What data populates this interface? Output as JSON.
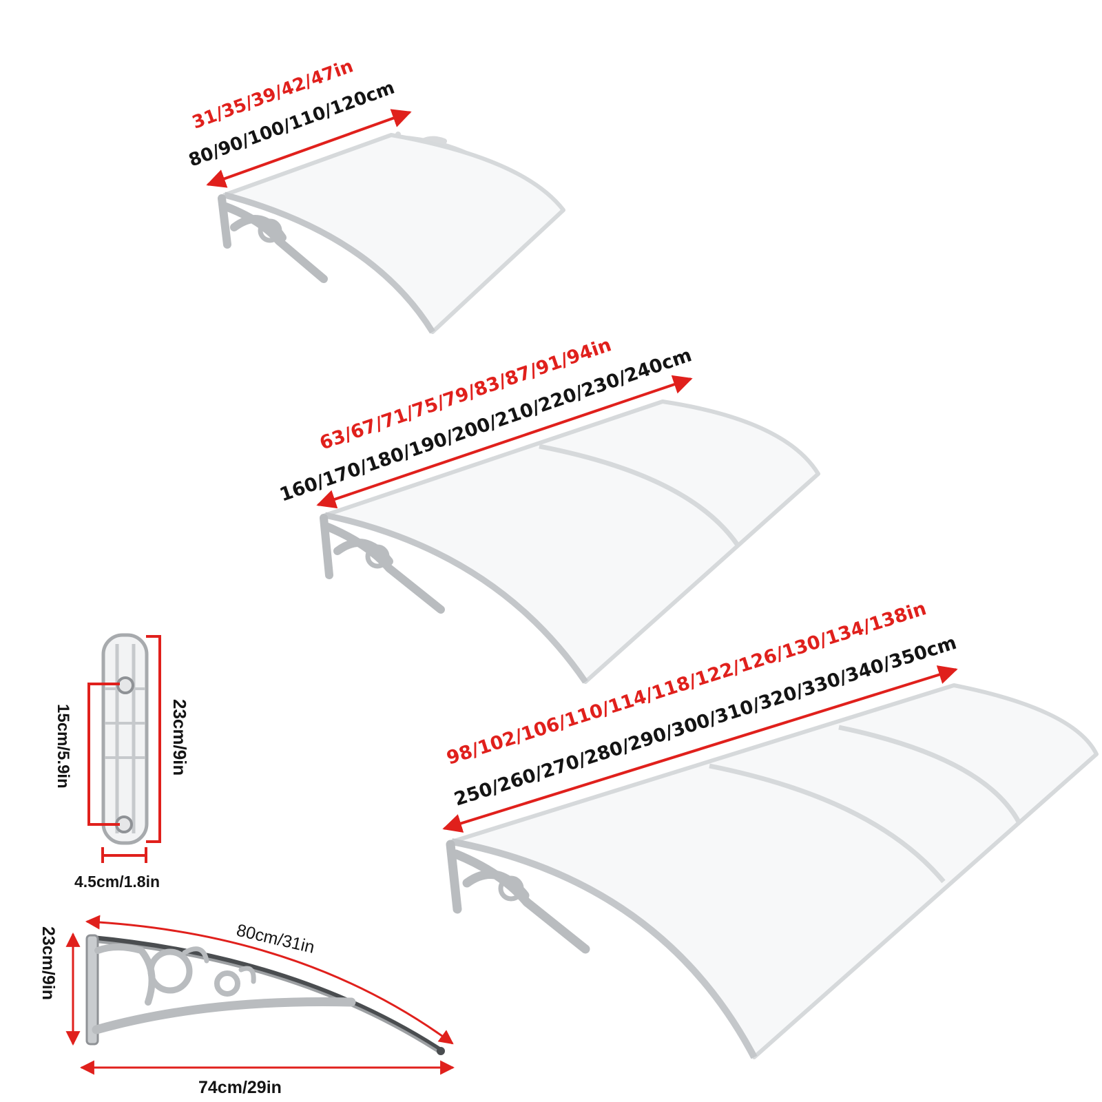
{
  "colors": {
    "red": "#e0201c",
    "black": "#141414",
    "panel": "#f7f8f9",
    "frame": "#cfd2d4",
    "bracket": "#b9bcbf"
  },
  "awning_small": {
    "inches": "31/35/39/42/47in",
    "cm": "80/90/100/110/120cm"
  },
  "awning_medium": {
    "inches": "63/67/71/75/79/83/87/91/94in",
    "cm": "160/170/180/190/200/210/220/230/240cm"
  },
  "awning_large": {
    "inches": "98/102/106/110/114/118/122/126/130/134/138in",
    "cm": "250/260/270/280/290/300/310/320/330/340/350cm"
  },
  "bracket_base": {
    "hole_spacing": "15cm/5.9in",
    "height": "23cm/9in",
    "width": "4.5cm/1.8in"
  },
  "bracket_arm": {
    "arc_length": "80cm/31in",
    "height": "23cm/9in",
    "depth": "74cm/29in"
  }
}
